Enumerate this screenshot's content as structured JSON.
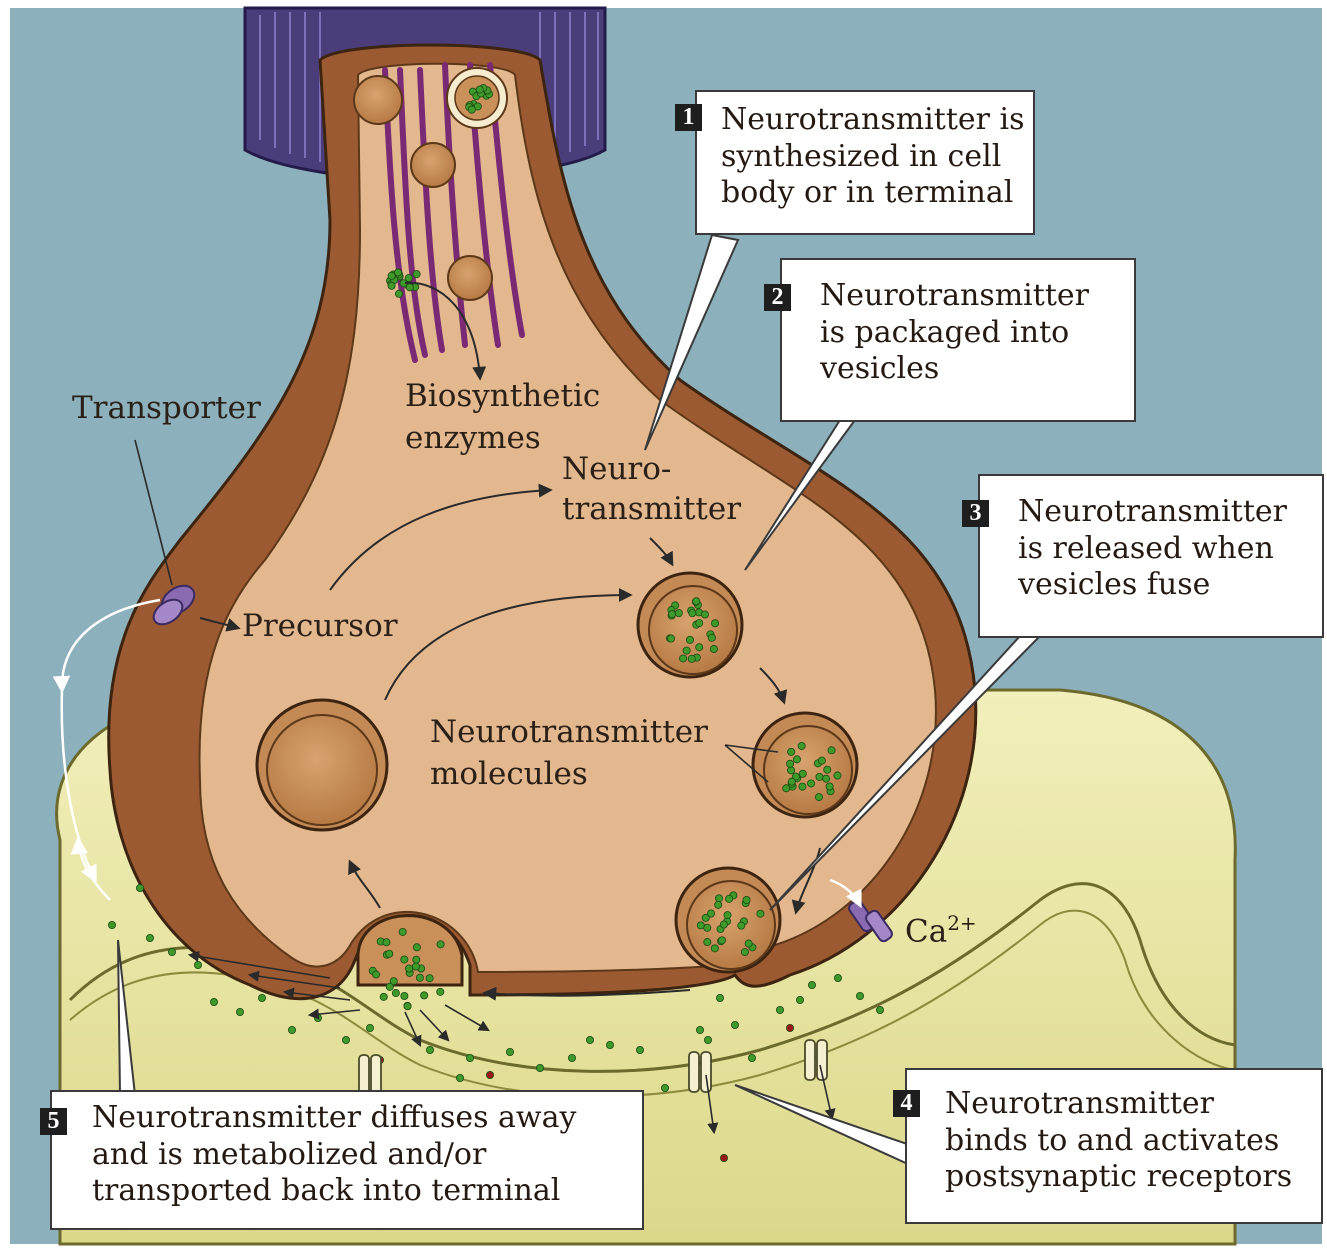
{
  "labels": {
    "transporter": "Transporter",
    "biosynthetic": "Biosynthetic",
    "enzymes": "enzymes",
    "neuro": "Neuro-",
    "transmitter": "transmitter",
    "precursor": "Precursor",
    "nt_molecules_1": "Neurotransmitter",
    "nt_molecules_2": "molecules",
    "calcium": "Ca",
    "calcium_charge": "2+"
  },
  "steps": [
    {
      "number": "1",
      "lines": [
        "Neurotransmitter is",
        "synthesized in cell",
        "body or in terminal"
      ]
    },
    {
      "number": "2",
      "lines": [
        "Neurotransmitter",
        "is packaged into",
        "vesicles"
      ]
    },
    {
      "number": "3",
      "lines": [
        "Neurotransmitter",
        "is released when",
        "vesicles fuse"
      ]
    },
    {
      "number": "4",
      "lines": [
        "Neurotransmitter",
        "binds to and activates",
        "postsynaptic receptors"
      ]
    },
    {
      "number": "5",
      "lines": [
        "Neurotransmitter diffuses away",
        "and is metabolized and/or",
        "transported back into terminal"
      ]
    }
  ],
  "colors": {
    "background": "#8cb0bc",
    "axon_sheath": "#4a3d7a",
    "terminal_outer": "#9c5a32",
    "terminal_inner": "#e3b88e",
    "vesicle": "#c9905a",
    "neurotransmitter": "#3f9a2c",
    "postsynaptic": "#ece9a6",
    "microtubule": "#7a2a74",
    "transporter": "#8a6ab0",
    "receptor": "#f4f0d0"
  }
}
